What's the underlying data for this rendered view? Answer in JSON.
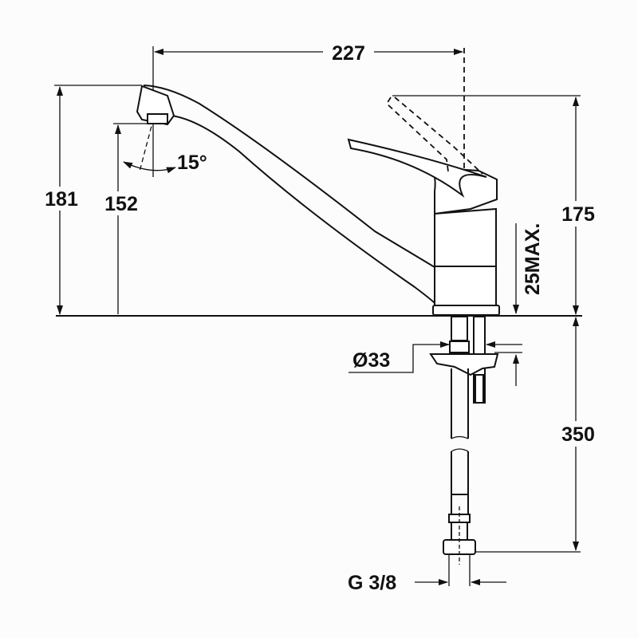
{
  "title": "Kitchen mixer tap dimension drawing",
  "dimensions": {
    "spout_reach": "227",
    "total_height": "181",
    "spout_height": "152",
    "spout_angle": "15°",
    "lever_height": "175",
    "max_counter_thickness": "25MAX.",
    "hole_diameter": "Ø33",
    "hose_length": "350",
    "thread": "G 3/8"
  },
  "colors": {
    "line": "#111111",
    "background": "#fcfcfc"
  }
}
